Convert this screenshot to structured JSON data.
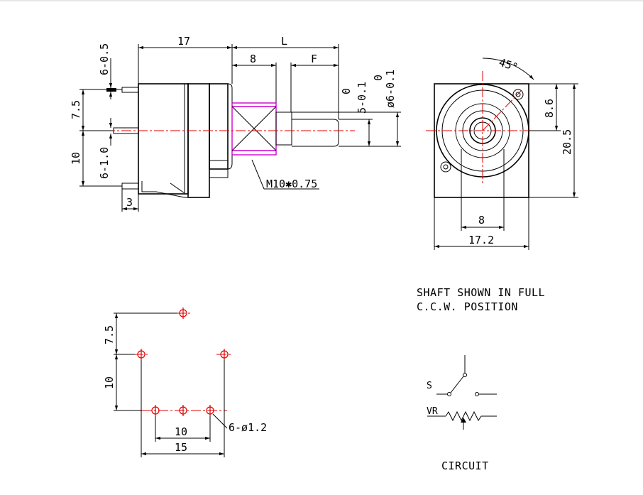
{
  "side_view": {
    "dims": {
      "body_length": "17",
      "shaft_length": "L",
      "bushing_length": "8",
      "flat_length": "F",
      "top_pin_pitch": "7.5",
      "bottom_pin_pitch": "10",
      "pin_thickness": "6-0.5",
      "pin_width": "6-1.0",
      "standoff": "3",
      "flat_tol_top": "0",
      "flat_tol": "5-0.1",
      "shaft_tol_top": "0",
      "shaft_dia": "ø6-0.1",
      "thread": "M10✱0.75"
    }
  },
  "front_view": {
    "dims": {
      "angle": "45°",
      "center_height": "8.6",
      "height": "20.5",
      "inner_width": "8",
      "width": "17.2"
    }
  },
  "pcb_layout": {
    "dims": {
      "vertical_top": "7.5",
      "vertical_mid": "10",
      "inner_span": "10",
      "outer_span": "15",
      "hole_spec": "6-ø1.2"
    }
  },
  "notes": {
    "line1": "SHAFT SHOWN IN FULL",
    "line2": "C.C.W. POSITION"
  },
  "circuit": {
    "switch_label": "S",
    "pot_label": "VR",
    "caption": "CIRCUIT"
  },
  "colors": {
    "centerline": "#e00000",
    "thread_outline": "#d000d0",
    "lines": "#000000"
  }
}
